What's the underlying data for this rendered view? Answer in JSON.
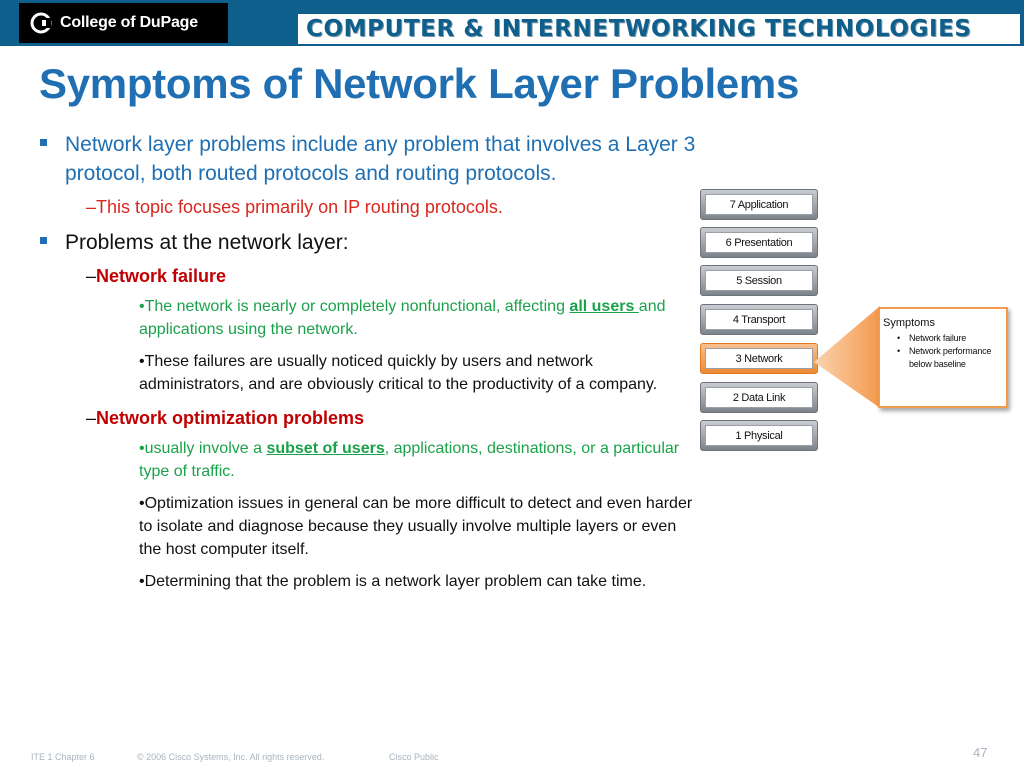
{
  "header": {
    "logo_text": "College of DuPage",
    "banner_text": "COMPUTER & INTERNETWORKING TECHNOLOGIES"
  },
  "slide": {
    "title": "Symptoms of Network Layer Problems",
    "bullet1": "Network layer problems include any problem that involves a Layer 3 protocol, both routed protocols and routing protocols.",
    "bullet1_sub": "This topic focuses primarily on IP routing protocols.",
    "bullet2": "Problems at the network layer:",
    "nf_heading": "Network failure",
    "nf_point1_pre": "•The network is nearly or completely nonfunctional, affecting ",
    "nf_point1_link": "all users ",
    "nf_point1_post": "and applications using the network.",
    "nf_point2": "•These failures are usually noticed quickly by users and network administrators, and are obviously critical to the productivity of a company.",
    "no_heading": "Network optimization problems",
    "no_point1_pre": "•usually involve a ",
    "no_point1_link": "subset of users",
    "no_point1_post": ", applications, destinations, or a particular type of traffic.",
    "no_point2": "•Optimization issues in general can be more difficult to detect and even harder to isolate and diagnose because they usually involve multiple layers or even the host computer itself.",
    "no_point3": "•Determining that the problem is a network layer problem can take time."
  },
  "diagram": {
    "layers": [
      "7 Application",
      "6 Presentation",
      "5 Session",
      "4 Transport",
      "3 Network",
      "2 Data Link",
      "1 Physical"
    ],
    "highlighted_layer": "3 Network",
    "symptoms_title": "Symptoms",
    "symptoms": [
      "Network failure",
      "Network performance below baseline"
    ],
    "highlight_color": "#f39a4d"
  },
  "footer": {
    "chapter": "ITE 1 Chapter 6",
    "copyright": "© 2006 Cisco Systems, Inc. All rights reserved.",
    "classification": "Cisco Public",
    "page_number": "47"
  }
}
